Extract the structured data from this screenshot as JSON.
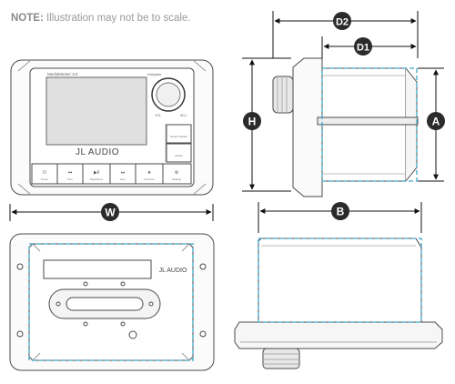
{
  "note": {
    "prefix": "NOTE:",
    "text": " Illustration may not be to scale."
  },
  "labels": {
    "d2": "D2",
    "d1": "D1",
    "h": "H",
    "a": "A",
    "w": "W",
    "b": "B"
  },
  "device": {
    "model": "MediaMaster 3.5",
    "brand_small": "bluegrass",
    "logo": "JL AUDIO",
    "knob_minus": "VOL",
    "knob_plus": "ADJ",
    "side_buttons": [
      "Source Select",
      "Zones"
    ],
    "bottom_buttons": [
      "Power",
      "Prev",
      "Play/Pause",
      "Next",
      "Favorites",
      "Settings"
    ]
  },
  "rear_logo": "JL AUDIO",
  "colors": {
    "outline": "#4a4a4a",
    "marker": "#2b2b2b",
    "dashed": "#3aa9c9",
    "dim": "#111111"
  }
}
